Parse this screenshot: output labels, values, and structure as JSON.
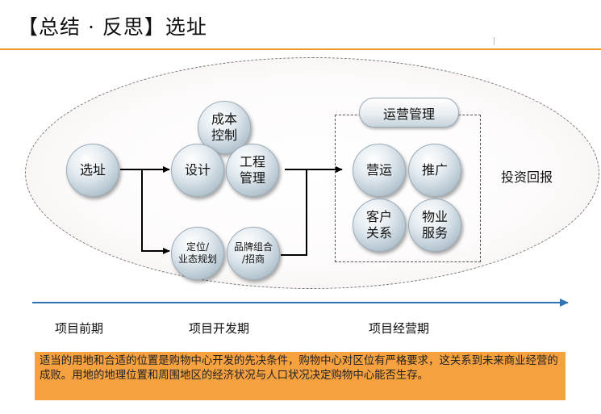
{
  "title": "【总结 · 反思】选址",
  "nodes": {
    "site": "选址",
    "cost": "成本\n控制",
    "design": "设计",
    "engineering": "工程\n管理",
    "positioning": "定位/\n业态规划",
    "brand": "品牌组合\n/招商",
    "ops_title": "运营管理",
    "operation": "营运",
    "promotion": "推广",
    "customer": "客户\n关系",
    "property": "物业\n服务"
  },
  "return_label": "投资回报",
  "phases": [
    "项目前期",
    "项目开发期",
    "项目经营期"
  ],
  "summary": "适当的用地和合适的位置是购物中心开发的先决条件，购物中心对区位有严格要求，这关系到未来商业经营的成败。用地的地理位置和周围地区的经济状况与人口状况决定购物中心能否生存。",
  "colors": {
    "accent_orange": "#ef9a2e",
    "summary_bg": "#f6a140",
    "timeline_blue": "#2e75b6"
  }
}
